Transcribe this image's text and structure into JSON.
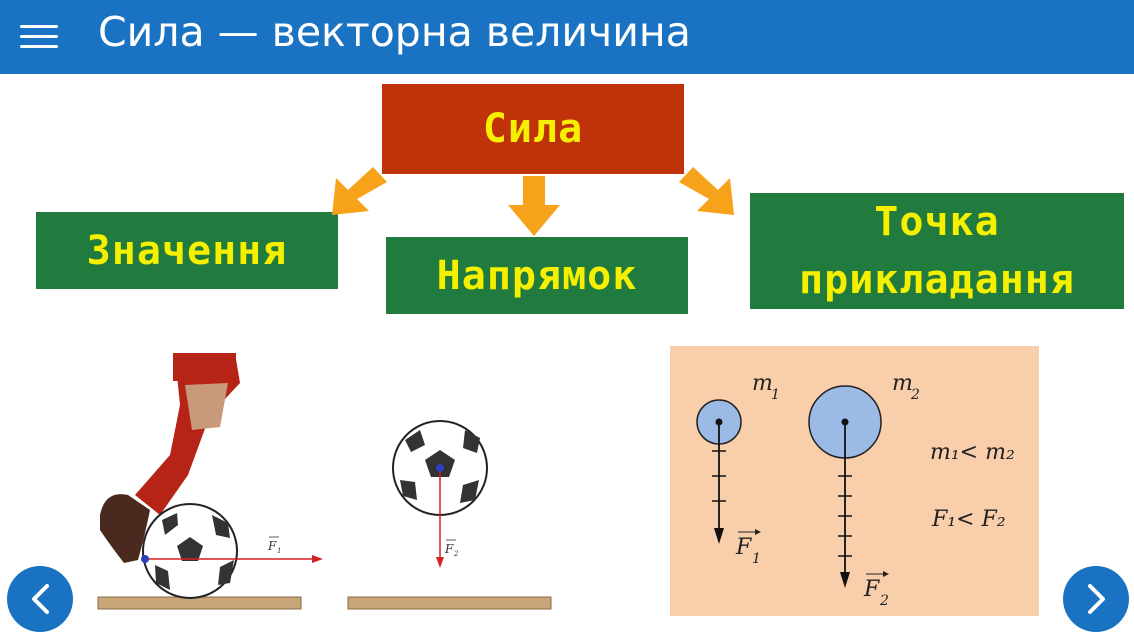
{
  "header": {
    "title": "Сила — векторна величина"
  },
  "diagram": {
    "root": "Сила",
    "magnitude": "Значення",
    "direction": "Напрямок",
    "application_point_line1": "Точка",
    "application_point_line2": "прикладання"
  },
  "illustration_kick": {
    "force_label": "F",
    "force_sub": "1"
  },
  "illustration_fall": {
    "force_label": "F",
    "force_sub": "2"
  },
  "mass_comparison": {
    "m1": "m",
    "m1_sub": "1",
    "m2": "m",
    "m2_sub": "2",
    "F1": "F",
    "F1_sub": "1",
    "F2": "F",
    "F2_sub": "2",
    "mass_relation": "m₁< m₂",
    "force_relation": "F₁< F₂"
  },
  "colors": {
    "header": "#1a73c2",
    "root_box": "#c0330a",
    "child_box": "#217a3e",
    "box_text": "#f5f000",
    "arrow": "#f7a21b",
    "panel": "#f9ceaa"
  }
}
